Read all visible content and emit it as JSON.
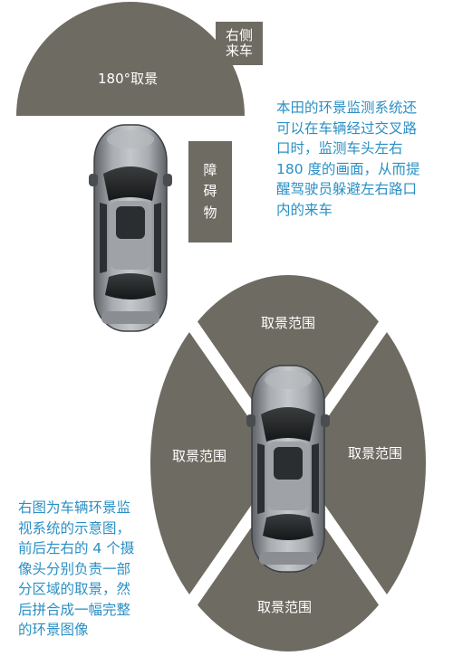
{
  "top_diagram": {
    "view_label": "180°取景",
    "cross_traffic_label": "右侧\n来车",
    "obstacle_label": "障\n碍\n物"
  },
  "bottom_diagram": {
    "zone_top": "取景范围",
    "zone_left": "取景范围",
    "zone_right": "取景范围",
    "zone_bottom": "取景范围"
  },
  "notes": {
    "right": "本田的环景监测系统还\n可以在车辆经过交叉路\n口时，监测车头左右\n180 度的画面，从而提\n醒驾驶员躲避左右路口\n内的来车",
    "left": "右图为车辆环景监\n视系统的示意图，\n前后左右的 4 个摄\n像头分别负责一部\n分区域的取景，然\n后拼合成一幅完整\n的环景图像"
  },
  "colors": {
    "zone_fill": "#6e6b62",
    "car_body": "#8d9296",
    "note_text": "#2a8fc4"
  }
}
